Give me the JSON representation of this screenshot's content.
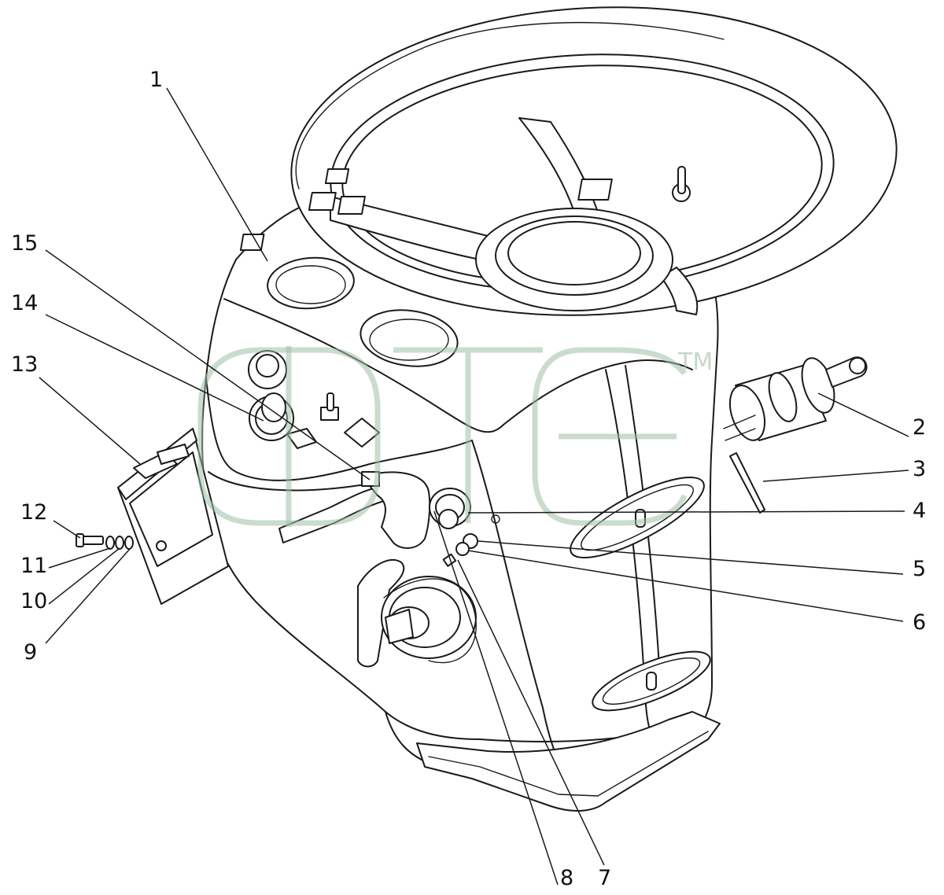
{
  "diagram": {
    "callouts": [
      {
        "id": "1",
        "label": "1"
      },
      {
        "id": "2",
        "label": "2"
      },
      {
        "id": "3",
        "label": "3"
      },
      {
        "id": "4",
        "label": "4"
      },
      {
        "id": "5",
        "label": "5"
      },
      {
        "id": "6",
        "label": "6"
      },
      {
        "id": "7",
        "label": "7"
      },
      {
        "id": "8",
        "label": "8"
      },
      {
        "id": "9",
        "label": "9"
      },
      {
        "id": "10",
        "label": "10"
      },
      {
        "id": "11",
        "label": "11"
      },
      {
        "id": "12",
        "label": "12"
      },
      {
        "id": "13",
        "label": "13"
      },
      {
        "id": "14",
        "label": "14"
      },
      {
        "id": "15",
        "label": "15"
      }
    ],
    "watermark": {
      "text": "TM",
      "color": "#9fbfa6"
    }
  }
}
